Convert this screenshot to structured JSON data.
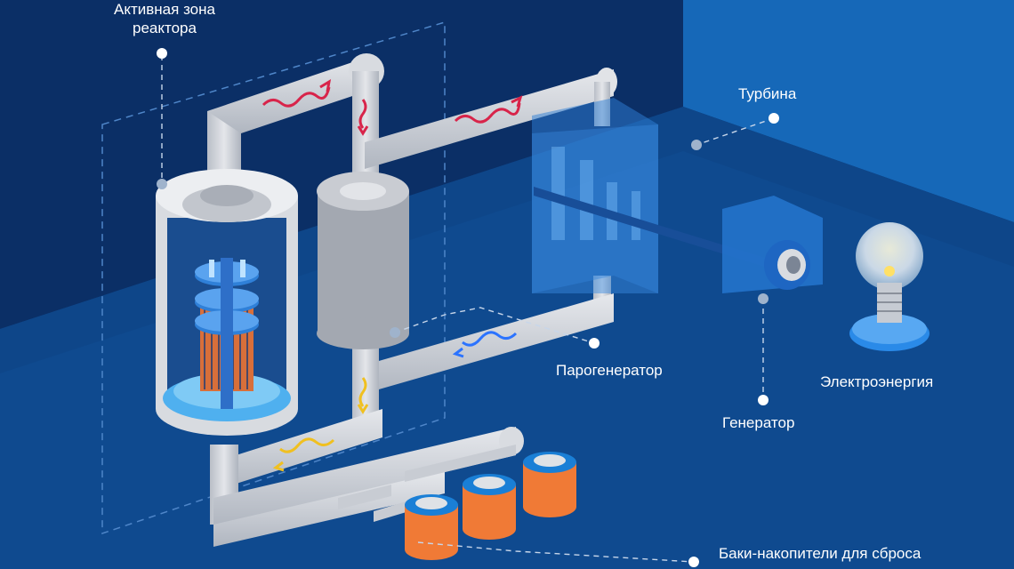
{
  "labels": {
    "core_line1": "Активная зона",
    "core_line2": "реактора",
    "turbine": "Турбина",
    "steam_generator": "Парогенератор",
    "electricity": "Электроэнергия",
    "generator": "Генератор",
    "tanks": "Баки-накопители для сброса"
  },
  "colors": {
    "bg_dark": "#0b2f66",
    "bg_mid": "#0f4a8f",
    "bg_light": "#1a6fc0",
    "pipe": "#d3d6dc",
    "pipe_shadow": "#aab0ba",
    "hot_arrow": "#d8244a",
    "cold_arrow": "#2b73ff",
    "warm_arrow": "#f0c020",
    "tank_orange": "#f07a36",
    "tank_blue": "#1a7fd6",
    "callout_dot": "#ffffff"
  }
}
